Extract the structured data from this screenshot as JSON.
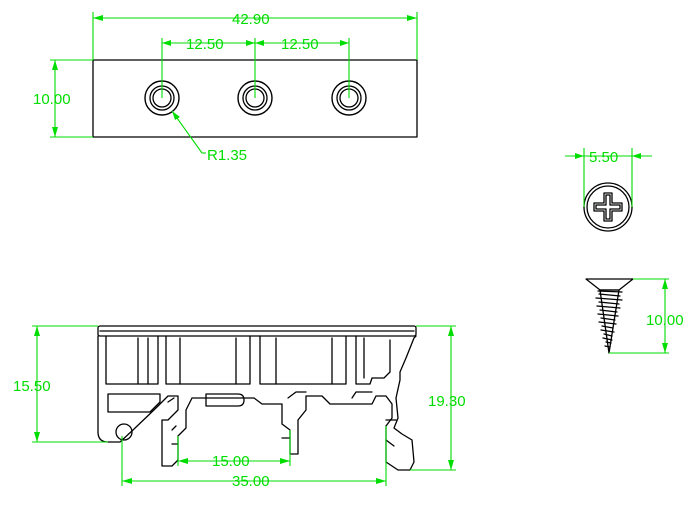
{
  "colors": {
    "dimension": "#00dd00",
    "outline": "#000000",
    "background": "#ffffff"
  },
  "dimensions": {
    "overall_length": "42.90",
    "hole_pitch_left": "12.50",
    "hole_pitch_right": "12.50",
    "plate_height": "10.00",
    "hole_radius": "R1.35",
    "screw_head_diameter": "5.50",
    "screw_length": "10.00",
    "side_left_height": "15.50",
    "side_right_height": "19.30",
    "rail_slot_width": "15.00",
    "clip_span": "35.00"
  },
  "icons": {
    "screw_head": "phillips-screw-head-icon",
    "screw_side": "self-tapping-screw-icon"
  }
}
